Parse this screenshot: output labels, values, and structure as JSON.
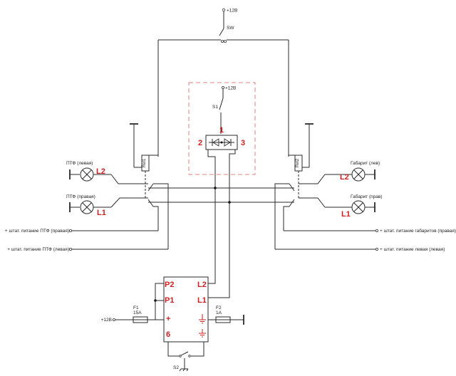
{
  "power": {
    "top_label": "+12В",
    "sw_label": "SW",
    "s1_supply": "+12В",
    "s1_label": "S1",
    "f1_supply": "+12В"
  },
  "diode_block": {
    "pin1": "1",
    "pin2": "2",
    "pin3": "3"
  },
  "relays": {
    "left": "Rel1",
    "right": "Rel2"
  },
  "lamps": {
    "ptf_left": "ПТФ (левая)",
    "ptf_right": "ПТФ (правая)",
    "gab_left": "Габарит (лев)",
    "gab_right": "Габарит (прав)",
    "l2": "L2",
    "l1": "L1"
  },
  "supply_lines": {
    "ptf_right": "+ штат. питание ПТФ (правая)",
    "ptf_left": "+ штат. питание ПТФ (левая)",
    "gab": "+ штат. питание габаритов (правая)",
    "left": "+ штат. питание левая (левая)"
  },
  "module": {
    "p2": "P2",
    "p1": "P1",
    "plus": "+",
    "six": "6",
    "l2": "L2",
    "l1": "L1"
  },
  "fuses": {
    "f1_name": "F1",
    "f1_rating": "15A",
    "f2_name": "F2",
    "f2_rating": "1A"
  },
  "s2_label": "S2"
}
